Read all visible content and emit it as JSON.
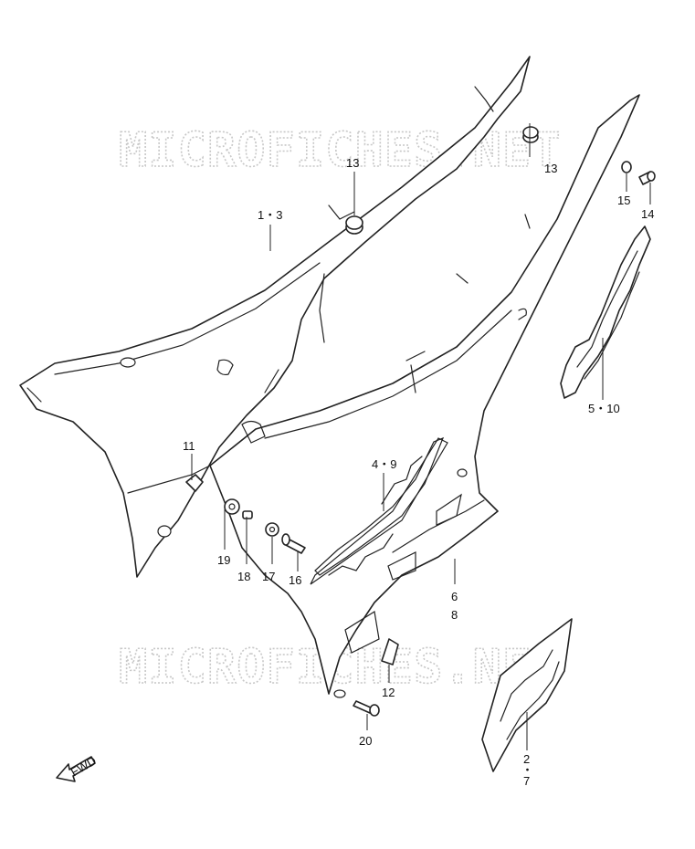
{
  "watermark": {
    "text": "MICROFICHES.NET"
  },
  "callouts": [
    {
      "id": "c-1-3",
      "label": "1・3"
    },
    {
      "id": "c-13a",
      "label": "13"
    },
    {
      "id": "c-13b",
      "label": "13"
    },
    {
      "id": "c-15",
      "label": "15"
    },
    {
      "id": "c-14",
      "label": "14"
    },
    {
      "id": "c-5-10",
      "label": "5・10"
    },
    {
      "id": "c-11",
      "label": "11"
    },
    {
      "id": "c-4-9",
      "label": "4・9"
    },
    {
      "id": "c-19",
      "label": "19"
    },
    {
      "id": "c-18",
      "label": "18"
    },
    {
      "id": "c-17",
      "label": "17"
    },
    {
      "id": "c-16",
      "label": "16"
    },
    {
      "id": "c-6",
      "label": "6"
    },
    {
      "id": "c-8",
      "label": "8"
    },
    {
      "id": "c-12",
      "label": "12"
    },
    {
      "id": "c-20",
      "label": "20"
    },
    {
      "id": "c-2",
      "label": "2"
    },
    {
      "id": "c-dot",
      "label": "・"
    },
    {
      "id": "c-7",
      "label": "7"
    }
  ],
  "fwd_label": "FWD",
  "icons": {
    "fwd": "fwd-arrow-icon"
  }
}
